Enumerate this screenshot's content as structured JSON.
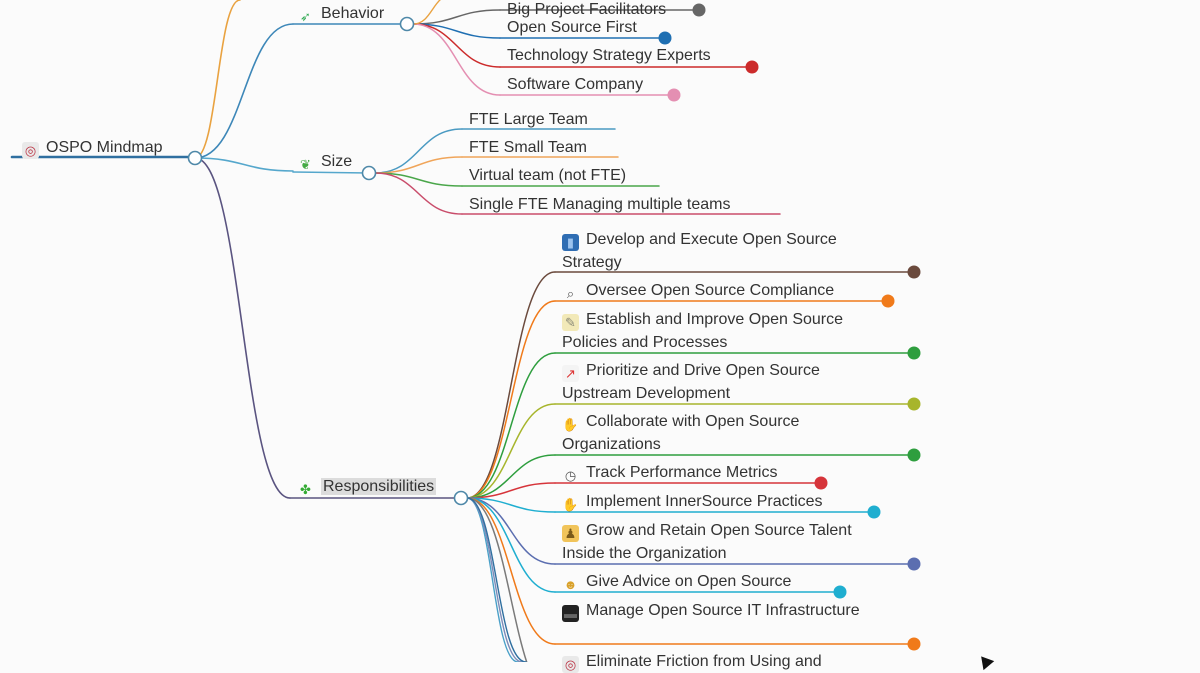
{
  "root": {
    "icon": "compass-icon",
    "label": "OSPO Mindmap"
  },
  "behavior": {
    "icon": "rocket-icon",
    "label": "Behavior",
    "items": [
      {
        "label": "Big Project Facilitators",
        "color": "#666666"
      },
      {
        "label": "Open Source First",
        "color": "#1f6fb2"
      },
      {
        "label": "Technology Strategy Experts",
        "color": "#cc2b2b"
      },
      {
        "label": "Software Company",
        "color": "#e48fb2"
      }
    ]
  },
  "size": {
    "icon": "seedling-icon",
    "label": "Size",
    "items": [
      {
        "label": "FTE Large Team",
        "color": "#4a9ac2"
      },
      {
        "label": "FTE Small Team",
        "color": "#f0a55a"
      },
      {
        "label": "Virtual team (not FTE)",
        "color": "#4aa64a"
      },
      {
        "label": "Single FTE Managing multiple teams",
        "color": "#c94d6b"
      }
    ]
  },
  "responsibilities": {
    "icon": "four-leaf-clover-icon",
    "label": "Responsibilities",
    "items": [
      {
        "icon": "book-icon",
        "label": "Develop and Execute Open Source Strategy",
        "color": "#6b4a3d"
      },
      {
        "icon": "magnifier-icon",
        "label": "Oversee Open Source Compliance",
        "color": "#f07a1a"
      },
      {
        "icon": "memo-icon",
        "label": "Establish and Improve Open Source Policies and Processes",
        "color": "#2e9e3e"
      },
      {
        "icon": "chart-increasing-icon",
        "label": "Prioritize and Drive Open Source Upstream Development",
        "color": "#a7b52c"
      },
      {
        "icon": "handshake-icon",
        "label": "Collaborate with Open Source Organizations",
        "color": "#2e9e3e"
      },
      {
        "icon": "stopwatch-icon",
        "label": "Track Performance Metrics",
        "color": "#d6343a"
      },
      {
        "icon": "handshake-icon",
        "label": "Implement InnerSource Practices",
        "color": "#1faed0"
      },
      {
        "icon": "people-icon",
        "label": "Grow and Retain Open Source Talent Inside the Organization",
        "color": "#5b6eb0"
      },
      {
        "icon": "person-icon",
        "label": "Give Advice on Open Source",
        "color": "#1faed0"
      },
      {
        "icon": "monitor-icon",
        "label": "Manage Open Source IT Infrastructure",
        "color": "#f07a1a"
      },
      {
        "icon": "compass-icon",
        "label": "Eliminate Friction from Using and",
        "color": "#7a7a7a"
      }
    ]
  }
}
